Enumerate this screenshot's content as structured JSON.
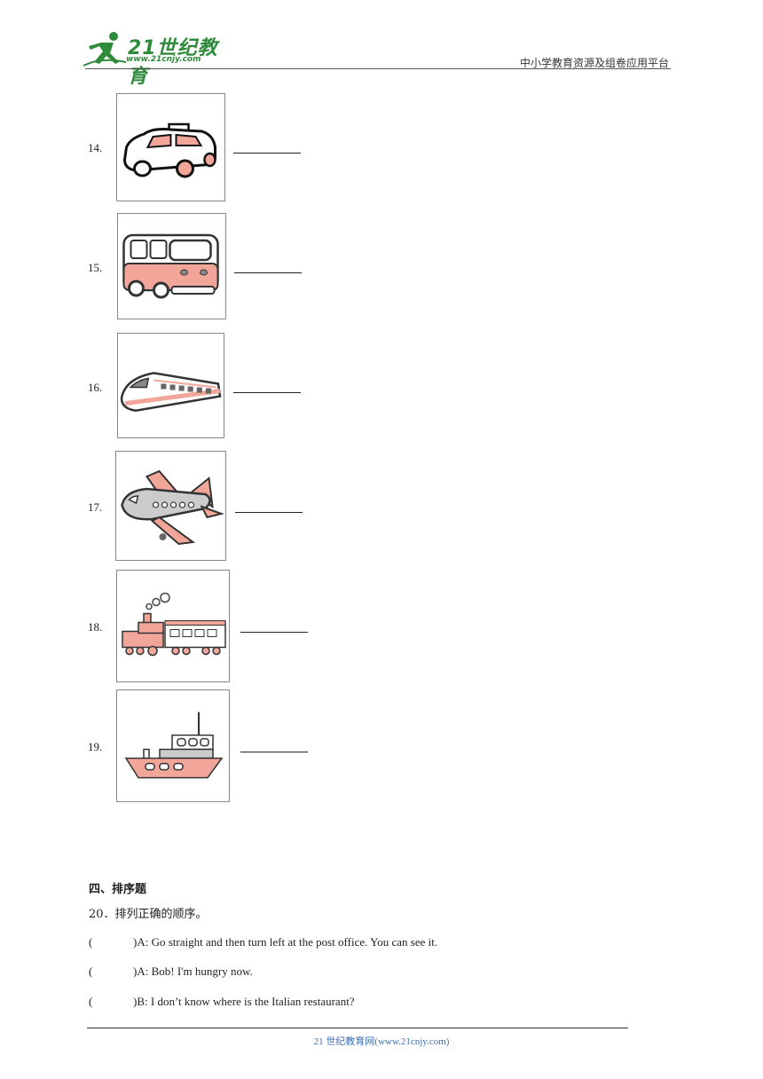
{
  "header": {
    "logo_text": "21世纪教育",
    "logo_url": "www.21cnjy.com",
    "right_text": "中小学教育资源及组卷应用平台"
  },
  "questions": [
    {
      "num": "14.",
      "icon": "taxi-icon"
    },
    {
      "num": "15.",
      "icon": "bus-icon"
    },
    {
      "num": "16.",
      "icon": "high-speed-train-icon"
    },
    {
      "num": "17.",
      "icon": "airplane-icon"
    },
    {
      "num": "18.",
      "icon": "steam-train-icon"
    },
    {
      "num": "19.",
      "icon": "ship-icon"
    }
  ],
  "section4": {
    "title": "四、排序题",
    "q20": "20．排列正确的顺序。",
    "answers": [
      {
        "paren": "(",
        "text": ")A: Go straight and then turn left at the post office. You can see it."
      },
      {
        "paren": "(",
        "text": ")A: Bob! I'm hungry now."
      },
      {
        "paren": "(",
        "text": ")B: I don’t know where is the Italian restaurant?"
      }
    ]
  },
  "footer": {
    "text": "21 世纪教育网(www.21cnjy.com)"
  },
  "colors": {
    "accent_pink": "#f2a69a",
    "logo_green": "#2f8a3c",
    "footer_blue": "#3b6fb6"
  }
}
